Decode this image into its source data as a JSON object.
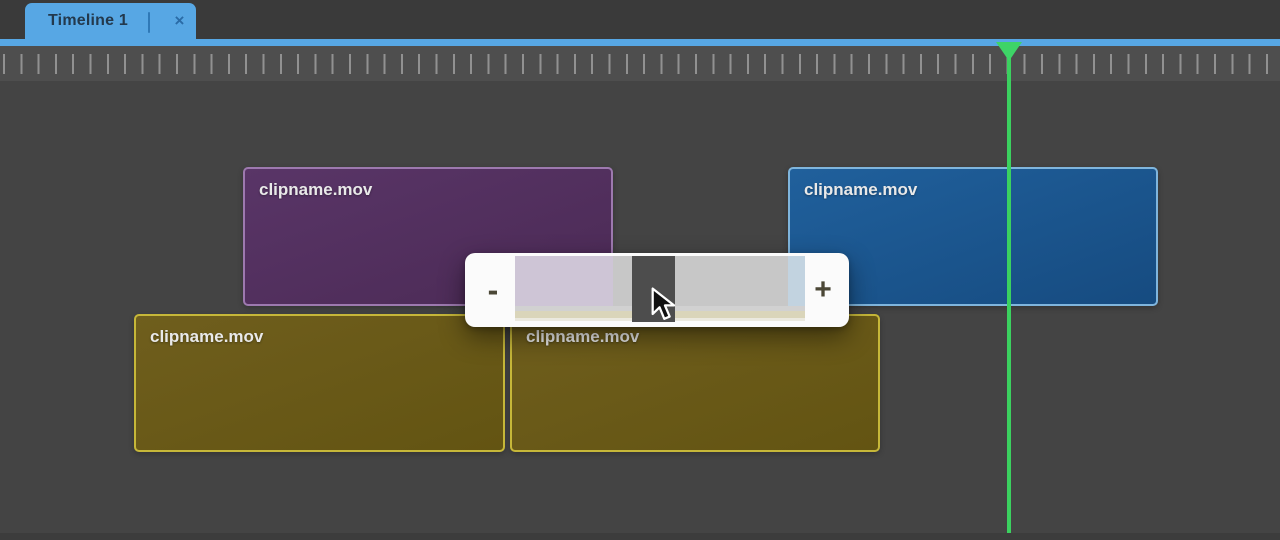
{
  "tab_bar": {
    "tabs": [
      {
        "label": "Timeline 1"
      }
    ],
    "close_icon": "×"
  },
  "zoom_popup": {
    "zoom_out_label": "-",
    "zoom_in_label": "+"
  },
  "clips": [
    {
      "name": "clipname.mov",
      "track": "upper",
      "color": "#533061",
      "border_color": "#9d79af"
    },
    {
      "name": "clipname.mov",
      "track": "upper",
      "color": "#1b578f",
      "border_color": "#7fb5dd"
    },
    {
      "name": "clipname.mov",
      "track": "lower",
      "color": "#6e5d17",
      "border_color": "#c6b739"
    },
    {
      "name": "clipname.mov",
      "track": "lower",
      "color": "#6e5d17",
      "border_color": "#c6b739"
    }
  ],
  "colors": {
    "accent_blue": "#57a7e4",
    "playhead_green": "#3bd15f",
    "background": "#444444",
    "ruler_background": "#4e4e4e",
    "tab_text": "#23394d",
    "popup_background": "#fbfbfb",
    "slider_handle": "#4d4d4d"
  }
}
